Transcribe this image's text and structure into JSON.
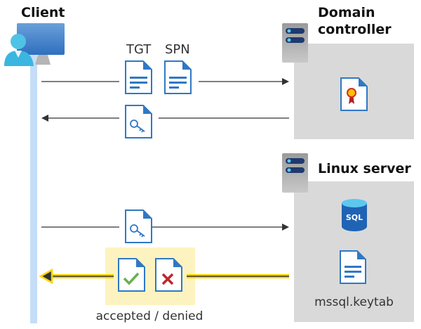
{
  "client": {
    "title": "Client"
  },
  "domain_controller": {
    "title": "Domain\ncontroller"
  },
  "linux_server": {
    "title": "Linux server",
    "keytab_label": "mssql.keytab"
  },
  "flow": {
    "tgt_label": "TGT",
    "spn_label": "SPN",
    "result_label": "accepted / denied"
  },
  "colors": {
    "lifeline": "#c5ddf8",
    "server_box": "#d9d9d9",
    "highlight": "#fdf3c0",
    "highlight_arrow": "#ffd400",
    "doc_blue": "#2f78c4"
  }
}
